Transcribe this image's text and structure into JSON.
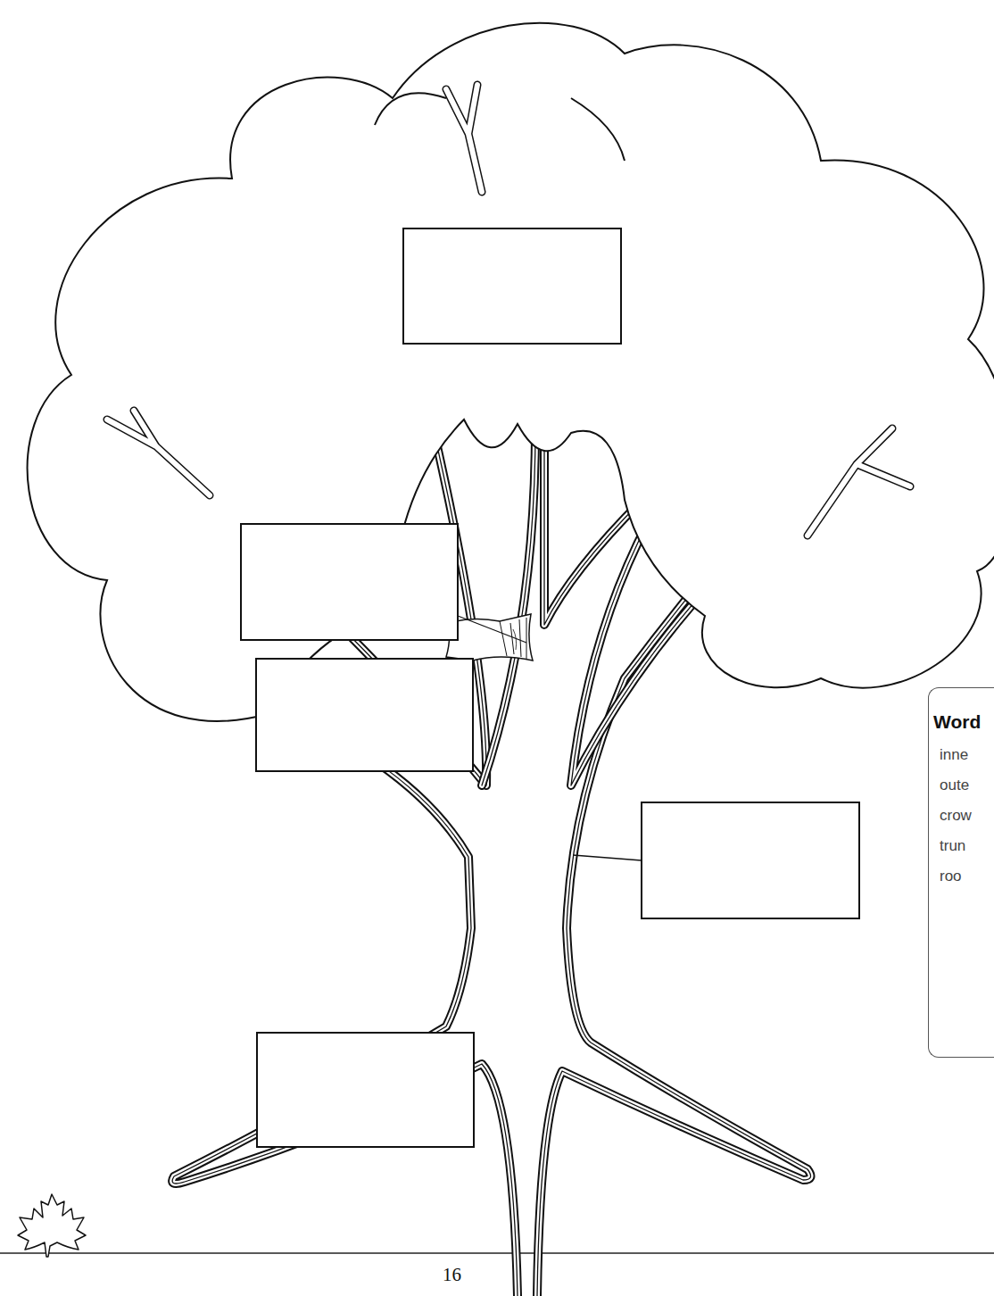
{
  "diagram": {
    "nodes": [
      {
        "text": [
          "Word",
          "inne",
          "oute",
          "crow",
          "trun",
          "roo"
        ]
      }
    ],
    "labels": [
      "16"
    ]
  }
}
